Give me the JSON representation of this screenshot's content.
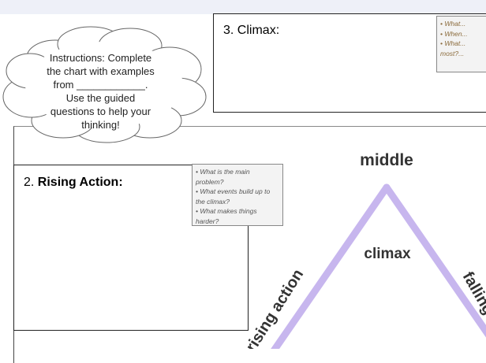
{
  "cloud": {
    "line1": "Instructions: Complete",
    "line2": "the chart with examples",
    "line3": "from ____________.",
    "line4": "Use the guided",
    "line5": "questions to help your",
    "line6": "thinking!"
  },
  "climax_section": {
    "number": "3.",
    "title": "Climax:",
    "questions": [
      "• What...",
      "• When...",
      "• What...",
      "most?..."
    ]
  },
  "rising_section": {
    "number": "2.",
    "title": "Rising Action:",
    "questions": [
      "• What is the main problem?",
      "• What events build up to the climax?",
      "• What makes things harder?"
    ]
  },
  "diagram": {
    "top_label": "middle",
    "peak_label": "climax",
    "left_label": "rising action",
    "right_label": "falling",
    "line_color": "#c7b6ee"
  }
}
